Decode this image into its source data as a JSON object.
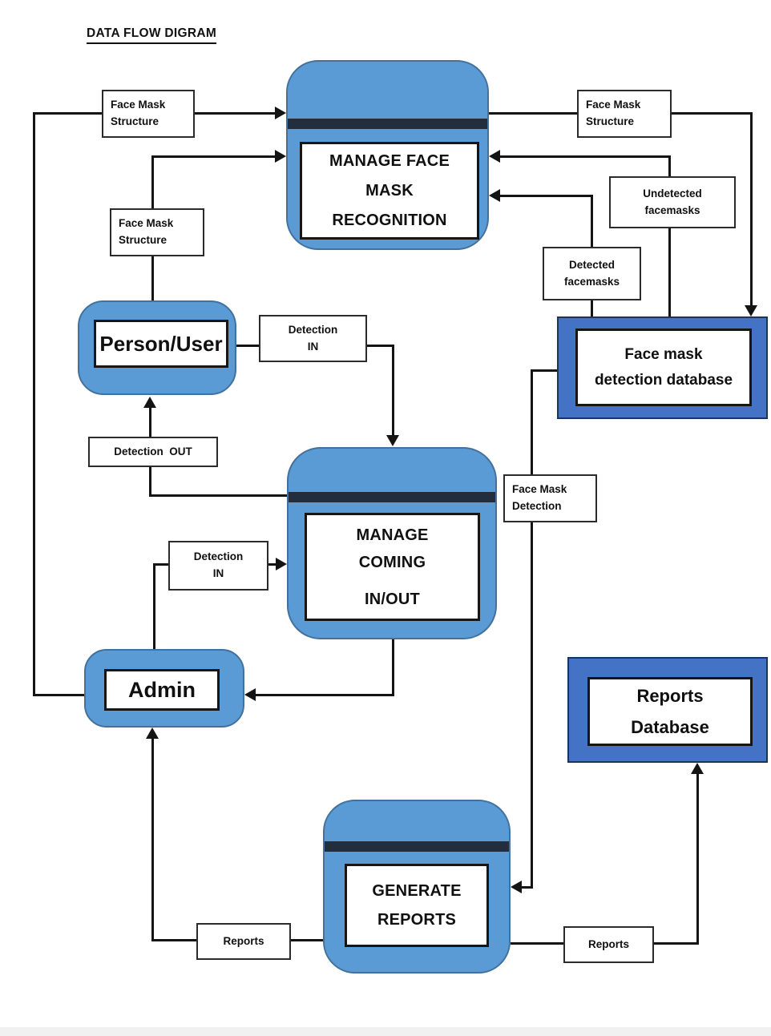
{
  "title": "DATA FLOW DIGRAM",
  "processes": [
    {
      "name": "manage-face-mask-recognition",
      "lines": [
        "MANAGE FACE",
        "MASK",
        "RECOGNITION"
      ]
    },
    {
      "name": "manage-coming-in-out",
      "lines": [
        "MANAGE",
        "COMING",
        "IN/OUT"
      ]
    },
    {
      "name": "generate-reports",
      "lines": [
        "GENERATE",
        "REPORTS"
      ]
    }
  ],
  "entities": [
    {
      "name": "person-user",
      "label": "Person/User"
    },
    {
      "name": "admin",
      "label": "Admin"
    }
  ],
  "datastores": [
    {
      "name": "face-mask-detection-database",
      "label": "Face mask\ndetection database"
    },
    {
      "name": "reports-database",
      "label": "Reports\nDatabase"
    }
  ],
  "flow_labels": [
    {
      "name": "face-mask-structure-top-left",
      "text": "Face Mask\nStructure"
    },
    {
      "name": "face-mask-structure-top-right",
      "text": "Face Mask\nStructure"
    },
    {
      "name": "undetected-facemasks",
      "text": "Undetected\nfacemasks"
    },
    {
      "name": "detected-facemasks",
      "text": "Detected\nfacemasks"
    },
    {
      "name": "face-mask-structure-left",
      "text": "Face Mask\nStructure"
    },
    {
      "name": "detection-in-upper",
      "text": "Detection\nIN"
    },
    {
      "name": "detection-out",
      "text": "Detection  OUT"
    },
    {
      "name": "face-mask-detection",
      "text": "Face Mask\nDetection"
    },
    {
      "name": "detection-in-lower",
      "text": "Detection\nIN"
    },
    {
      "name": "reports-to-admin",
      "text": "Reports"
    },
    {
      "name": "reports-to-database",
      "text": "Reports"
    }
  ],
  "colors": {
    "process_fill": "#5b9bd5",
    "process_border": "#41719c",
    "process_stripe": "#222e3e",
    "datastore_fill": "#4472c4",
    "connector": "#141414"
  }
}
